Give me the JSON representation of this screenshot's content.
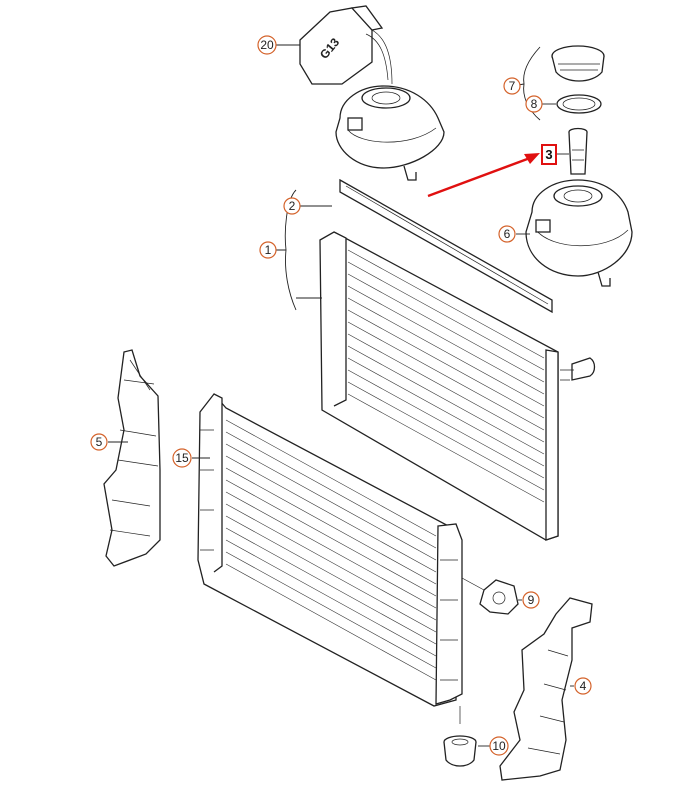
{
  "diagram": {
    "callouts": [
      {
        "label": "20"
      },
      {
        "label": "7"
      },
      {
        "label": "8"
      },
      {
        "label": "3"
      },
      {
        "label": "2"
      },
      {
        "label": "1"
      },
      {
        "label": "6"
      },
      {
        "label": "5"
      },
      {
        "label": "15"
      },
      {
        "label": "9"
      },
      {
        "label": "4"
      },
      {
        "label": "10"
      }
    ],
    "coolant_bottle_label": "G13",
    "colors": {
      "callout_ring": "#d4622a",
      "highlight": "#e01010",
      "line": "#222222",
      "background": "#ffffff"
    }
  }
}
